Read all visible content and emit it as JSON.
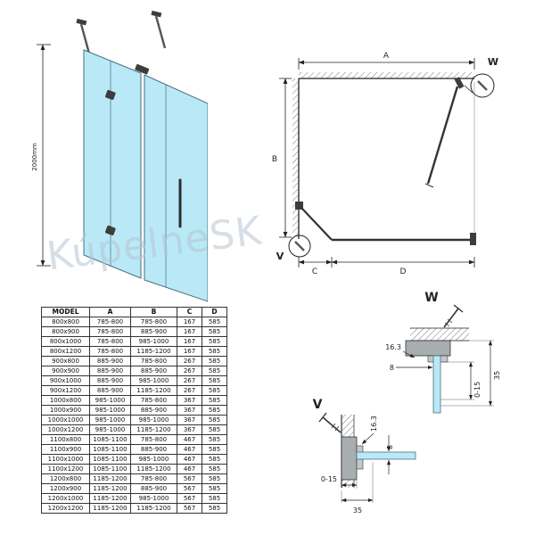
{
  "watermark": "KúpelneSK",
  "colors": {
    "glass": "#b9e9f6",
    "glass-stroke": "#48707f",
    "line": "#222222",
    "hardware": "#3d3d3d",
    "profile": "#a8adb0",
    "watermark-color": "#b6c4d2"
  },
  "iso_view": {
    "height_label": "2000mm"
  },
  "plan_view": {
    "dim_a_label": "A",
    "dim_b_label": "B",
    "dim_c_label": "C",
    "dim_d_label": "D",
    "detail_w_label": "W",
    "detail_v_label": "V"
  },
  "detail_w": {
    "title": "W",
    "dim_163": "16.3",
    "dim_8": "8",
    "dim_0_15": "0-15",
    "dim_35": "35"
  },
  "detail_v": {
    "title": "V",
    "dim_163": "16.3",
    "dim_8": "8",
    "dim_0_15": "0-15",
    "dim_35": "35"
  },
  "table": {
    "headers": [
      "MODEL",
      "A",
      "B",
      "C",
      "D"
    ],
    "rows": [
      [
        "800x800",
        "785-800",
        "785-800",
        "167",
        "585"
      ],
      [
        "800x900",
        "785-800",
        "885-900",
        "167",
        "585"
      ],
      [
        "800x1000",
        "785-800",
        "985-1000",
        "167",
        "585"
      ],
      [
        "800x1200",
        "785-800",
        "1185-1200",
        "167",
        "585"
      ],
      [
        "900x800",
        "885-900",
        "785-800",
        "267",
        "585"
      ],
      [
        "900x900",
        "885-900",
        "885-900",
        "267",
        "585"
      ],
      [
        "900x1000",
        "885-900",
        "985-1000",
        "267",
        "585"
      ],
      [
        "900x1200",
        "885-900",
        "1185-1200",
        "267",
        "585"
      ],
      [
        "1000x800",
        "985-1000",
        "785-800",
        "367",
        "585"
      ],
      [
        "1000x900",
        "985-1000",
        "885-900",
        "367",
        "585"
      ],
      [
        "1000x1000",
        "985-1000",
        "985-1000",
        "367",
        "585"
      ],
      [
        "1000x1200",
        "985-1000",
        "1185-1200",
        "367",
        "585"
      ],
      [
        "1100x800",
        "1085-1100",
        "785-800",
        "467",
        "585"
      ],
      [
        "1100x900",
        "1085-1100",
        "885-900",
        "467",
        "585"
      ],
      [
        "1100x1000",
        "1085-1100",
        "985-1000",
        "467",
        "585"
      ],
      [
        "1100x1200",
        "1085-1100",
        "1185-1200",
        "467",
        "585"
      ],
      [
        "1200x800",
        "1185-1200",
        "785-800",
        "567",
        "585"
      ],
      [
        "1200x900",
        "1185-1200",
        "885-900",
        "567",
        "585"
      ],
      [
        "1200x1000",
        "1185-1200",
        "985-1000",
        "567",
        "585"
      ],
      [
        "1200x1200",
        "1185-1200",
        "1185-1200",
        "567",
        "585"
      ]
    ]
  }
}
